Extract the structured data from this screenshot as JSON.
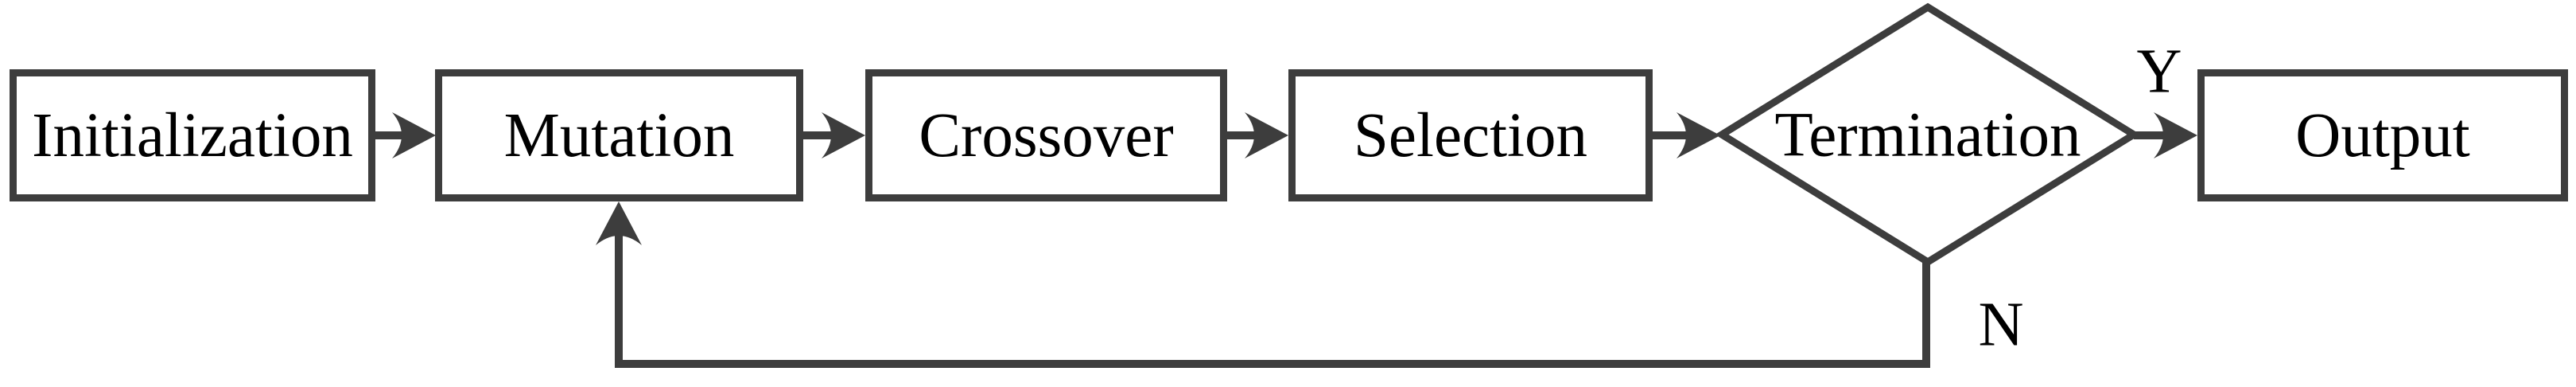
{
  "diagram": {
    "type": "flowchart",
    "description": "Evolutionary algorithm loop flowchart",
    "colors": {
      "stroke": "#3d3d3d",
      "text": "#000000",
      "background": "#ffffff"
    },
    "nodes": [
      {
        "id": "initialization",
        "label": "Initialization",
        "shape": "rectangle"
      },
      {
        "id": "mutation",
        "label": "Mutation",
        "shape": "rectangle"
      },
      {
        "id": "crossover",
        "label": "Crossover",
        "shape": "rectangle"
      },
      {
        "id": "selection",
        "label": "Selection",
        "shape": "rectangle"
      },
      {
        "id": "termination",
        "label": "Termination",
        "shape": "diamond"
      },
      {
        "id": "output",
        "label": "Output",
        "shape": "rectangle"
      }
    ],
    "edges": [
      {
        "from": "initialization",
        "to": "mutation",
        "label": ""
      },
      {
        "from": "mutation",
        "to": "crossover",
        "label": ""
      },
      {
        "from": "crossover",
        "to": "selection",
        "label": ""
      },
      {
        "from": "selection",
        "to": "termination",
        "label": ""
      },
      {
        "from": "termination",
        "to": "output",
        "label": "Y"
      },
      {
        "from": "termination",
        "to": "mutation",
        "label": "N"
      }
    ],
    "branch_labels": {
      "yes": "Y",
      "no": "N"
    }
  }
}
